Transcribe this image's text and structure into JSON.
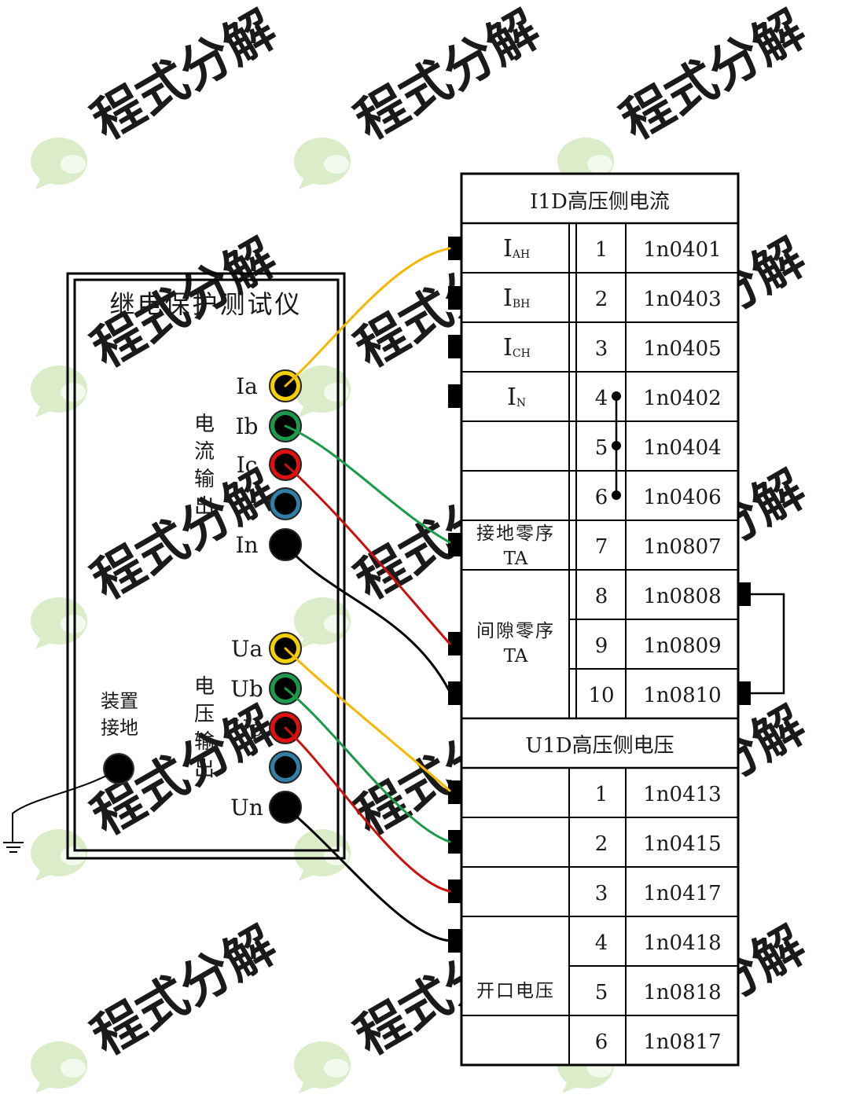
{
  "watermark": {
    "text": "程式分解",
    "color": "#e9ecef",
    "bubble_color": "#cfe6b8"
  },
  "tester": {
    "title": "继电保护测试仪",
    "current_group_label": [
      "电",
      "流",
      "输",
      "出"
    ],
    "voltage_group_label": [
      "电",
      "压",
      "输",
      "出"
    ],
    "ground_label": [
      "装置",
      "接地"
    ],
    "current_terminals": [
      {
        "label": "Ia",
        "color": "#f5d000"
      },
      {
        "label": "Ib",
        "color": "#1a9a4a"
      },
      {
        "label": "Ic",
        "color": "#e01010"
      },
      {
        "label": "",
        "color": "#2f7fa6"
      },
      {
        "label": "In",
        "color": "#000000"
      }
    ],
    "voltage_terminals": [
      {
        "label": "Ua",
        "color": "#f5d000"
      },
      {
        "label": "Ub",
        "color": "#1a9a4a"
      },
      {
        "label": "Uc",
        "color": "#e01010"
      },
      {
        "label": "",
        "color": "#2f7fa6"
      },
      {
        "label": "Un",
        "color": "#000000"
      }
    ]
  },
  "terminal_block": {
    "i1d_title": "I1D高压侧电流",
    "u1d_title": "U1D高压侧电压",
    "i1d_rows": [
      {
        "num": "1",
        "code": "1n0401"
      },
      {
        "num": "2",
        "code": "1n0403"
      },
      {
        "num": "3",
        "code": "1n0405"
      },
      {
        "num": "4",
        "code": "1n0402"
      },
      {
        "num": "5",
        "code": "1n0404"
      },
      {
        "num": "6",
        "code": "1n0406"
      },
      {
        "num": "7",
        "code": "1n0807"
      },
      {
        "num": "8",
        "code": "1n0808"
      },
      {
        "num": "9",
        "code": "1n0809"
      },
      {
        "num": "10",
        "code": "1n0810"
      }
    ],
    "i1d_labels": {
      "iah": {
        "main": "I",
        "sub": "AH"
      },
      "ibh": {
        "main": "I",
        "sub": "BH"
      },
      "ich": {
        "main": "I",
        "sub": "CH"
      },
      "in": {
        "main": "I",
        "sub": "N"
      },
      "ground_zero_seq": [
        "接地零序",
        "TA"
      ],
      "gap_zero_seq": [
        "间隙零序",
        "TA"
      ]
    },
    "u1d_rows": [
      {
        "num": "1",
        "code": "1n0413"
      },
      {
        "num": "2",
        "code": "1n0415"
      },
      {
        "num": "3",
        "code": "1n0417"
      },
      {
        "num": "4",
        "code": "1n0418"
      },
      {
        "num": "5",
        "code": "1n0818"
      },
      {
        "num": "6",
        "code": "1n0817"
      }
    ],
    "u1d_labels": {
      "open_delta": "开口电压"
    }
  },
  "wire_colors": {
    "a": "#f5b800",
    "b": "#1a9a4a",
    "c": "#cc1010",
    "n": "#000000"
  }
}
